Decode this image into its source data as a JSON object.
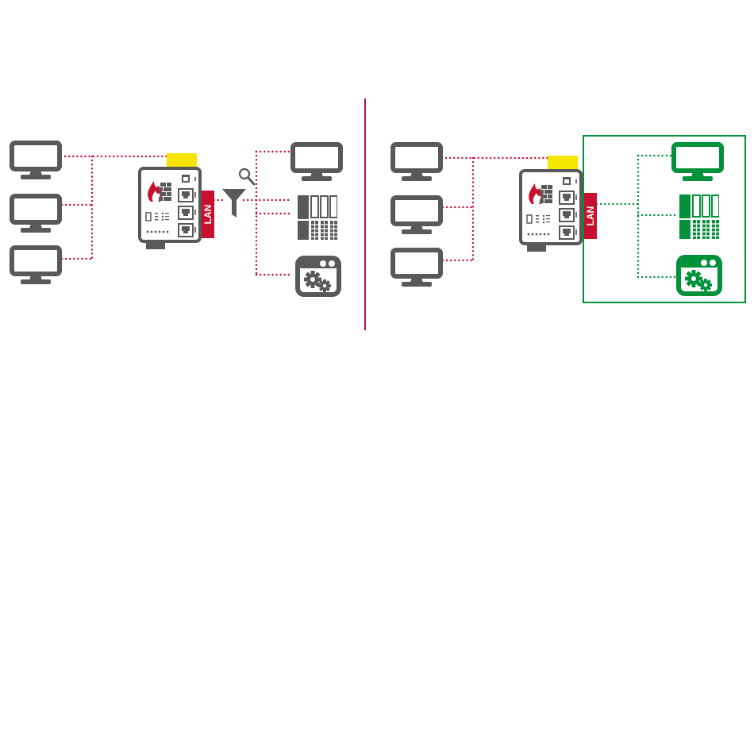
{
  "colors": {
    "device": "#595959",
    "red": "#c8102e",
    "green": "#00913a",
    "yellow": "#f6e500",
    "divider": "#b3192a"
  },
  "panels": [
    {
      "name": "without-segmentation",
      "lan_label": "LAN",
      "has_filter": true,
      "protected_zone": false
    },
    {
      "name": "with-segmentation",
      "lan_label": "LAN",
      "has_filter": false,
      "protected_zone": true
    }
  ],
  "icons": {
    "client": "monitor-icon",
    "firewall": "firewall-icon",
    "filter": "filter-funnel-icon",
    "inspect": "magnifier-icon",
    "server": "server-rack-icon",
    "app": "application-gears-icon"
  }
}
